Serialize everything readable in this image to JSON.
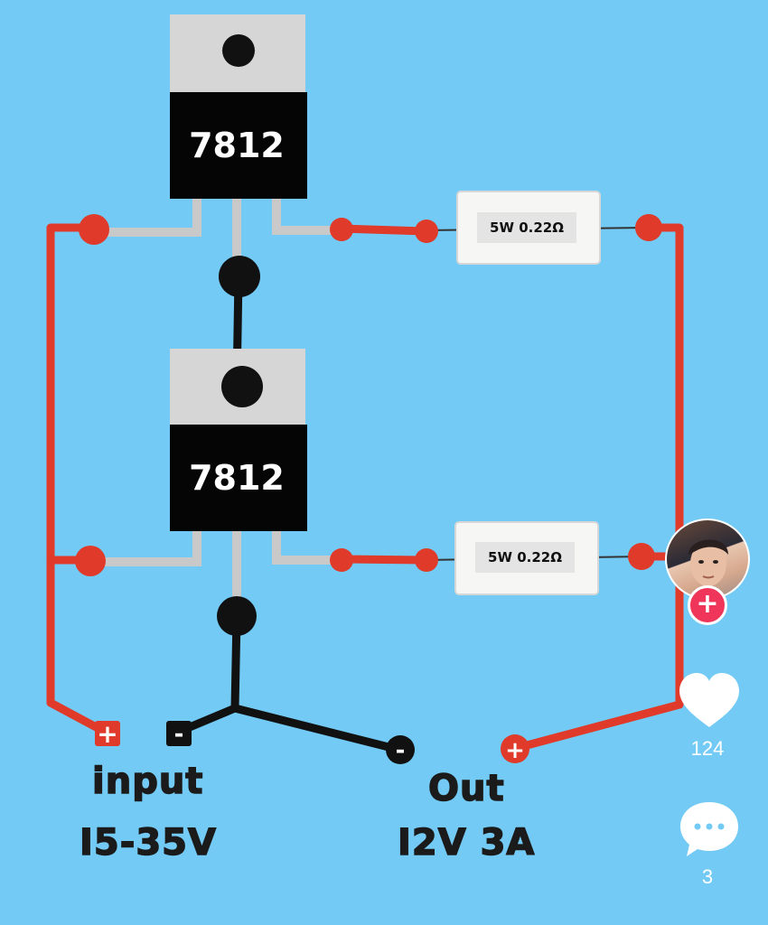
{
  "regulators": [
    {
      "label": "7812"
    },
    {
      "label": "7812"
    }
  ],
  "resistors": [
    {
      "label": "5W 0.22Ω"
    },
    {
      "label": "5W 0.22Ω"
    }
  ],
  "terminals": {
    "input_plus": "+",
    "input_minus": "-",
    "output_minus": "-",
    "output_plus": "+"
  },
  "captions": {
    "input_title": "input",
    "input_range": "I5-35V",
    "output_title": "Out",
    "output_rating": "I2V 3A"
  },
  "side_actions": {
    "follow_symbol": "+",
    "like_count": "124",
    "comment_count": "3"
  },
  "colors": {
    "background": "#73cbf5",
    "positive_wire": "#e03a2a",
    "ground_wire": "#111111",
    "pin": "#c9c9c9"
  }
}
